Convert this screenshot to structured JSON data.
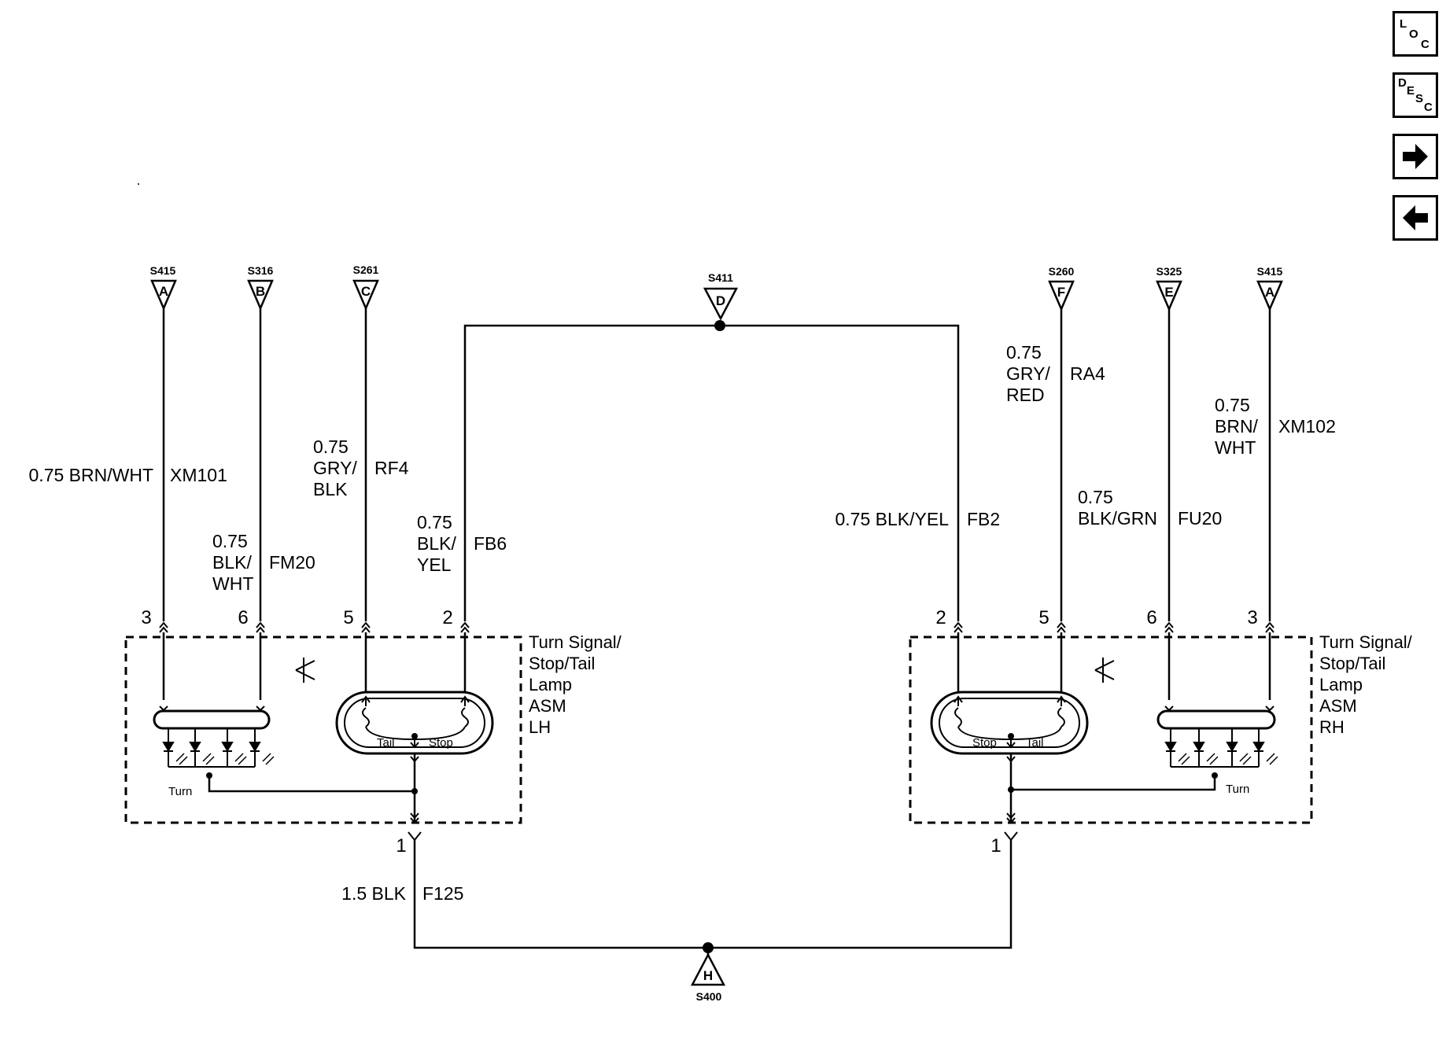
{
  "nav": {
    "loc": {
      "l1": "L",
      "l2": "O",
      "l3": "C"
    },
    "desc": {
      "l1": "D",
      "l2": "E",
      "l3": "S",
      "l4": "C"
    }
  },
  "splices": {
    "s415_left": {
      "name": "S415",
      "letter": "A"
    },
    "s316": {
      "name": "S316",
      "letter": "B"
    },
    "s261": {
      "name": "S261",
      "letter": "C"
    },
    "s411": {
      "name": "S411",
      "letter": "D"
    },
    "s260": {
      "name": "S260",
      "letter": "F"
    },
    "s325": {
      "name": "S325",
      "letter": "E"
    },
    "s415_right": {
      "name": "S415",
      "letter": "A"
    },
    "s400": {
      "name": "S400",
      "letter": "H"
    }
  },
  "wires": {
    "xm101": {
      "spec": "0.75 BRN/WHT",
      "circuit": "XM101"
    },
    "fm20": {
      "size": "0.75",
      "color1": "BLK/",
      "color2": "WHT",
      "circuit": "FM20"
    },
    "rf4": {
      "size": "0.75",
      "color1": "GRY/",
      "color2": "BLK",
      "circuit": "RF4"
    },
    "fb6": {
      "size": "0.75",
      "color1": "BLK/",
      "color2": "YEL",
      "circuit": "FB6"
    },
    "fb2": {
      "spec": "0.75 BLK/YEL",
      "circuit": "FB2"
    },
    "ra4": {
      "size": "0.75",
      "color1": "GRY/",
      "color2": "RED",
      "circuit": "RA4"
    },
    "fu20": {
      "size": "0.75",
      "color1": "BLK/GRN",
      "circuit": "FU20"
    },
    "xm102": {
      "size": "0.75",
      "color1": "BRN/",
      "color2": "WHT",
      "circuit": "XM102"
    },
    "f125": {
      "spec": "1.5 BLK",
      "circuit": "F125"
    }
  },
  "pins": {
    "lh": [
      "3",
      "6",
      "5",
      "2",
      "1"
    ],
    "rh": [
      "2",
      "5",
      "6",
      "3",
      "1"
    ]
  },
  "lamp_lh": {
    "line1": "Turn Signal/",
    "line2": "Stop/Tail",
    "line3": "Lamp",
    "line4": "ASM",
    "line5": "LH",
    "tail": "Tail",
    "stop": "Stop",
    "turn": "Turn"
  },
  "lamp_rh": {
    "line1": "Turn Signal/",
    "line2": "Stop/Tail",
    "line3": "Lamp",
    "line4": "ASM",
    "line5": "RH",
    "tail": "Tail",
    "stop": "Stop",
    "turn": "Turn"
  }
}
